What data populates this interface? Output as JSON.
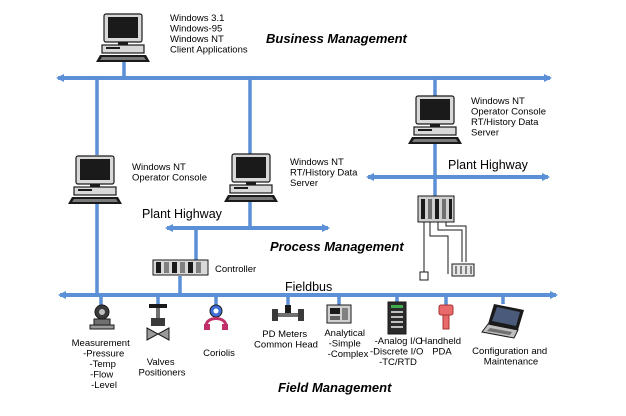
{
  "levels": {
    "business": "Business Management",
    "process": "Process Management",
    "field": "Field Management"
  },
  "networks": {
    "plant_highway_right": "Plant Highway",
    "plant_highway_left": "Plant Highway",
    "fieldbus": "Fieldbus"
  },
  "workstations": {
    "client": [
      "Windows 3.1",
      "Windows-95",
      "Windows NT",
      "Client Applications"
    ],
    "console_top": [
      "Windows NT",
      "Operator Console",
      "RT/History Data",
      "Server"
    ],
    "console_left": [
      "Windows NT",
      "Operator Console"
    ],
    "server_mid": [
      "Windows NT",
      "RT/History Data",
      "Server"
    ]
  },
  "controller": "Controller",
  "field_devices": {
    "measurement": [
      "Measurement",
      "-Pressure",
      "-Temp",
      "-Flow",
      "-Level"
    ],
    "valves": [
      "Valves",
      "Positioners"
    ],
    "coriolis": [
      "Coriolis"
    ],
    "pd_meters": [
      "PD Meters",
      "Common Head"
    ],
    "analytical": [
      "Analytical",
      "-Simple",
      "-Complex"
    ],
    "io": [
      "-Analog I/O",
      "-Discrete I/O",
      "-TC/RTD"
    ],
    "handheld": [
      "Handheld",
      "PDA"
    ],
    "config": [
      "Configuration and",
      "Maintenance"
    ]
  },
  "colors": {
    "network": "#5b8fd6",
    "device_dark": "#1a1a1a",
    "device_gray": "#bfbfbf",
    "pda": "#e86a6a",
    "coriolis": "#3f6fd8"
  }
}
